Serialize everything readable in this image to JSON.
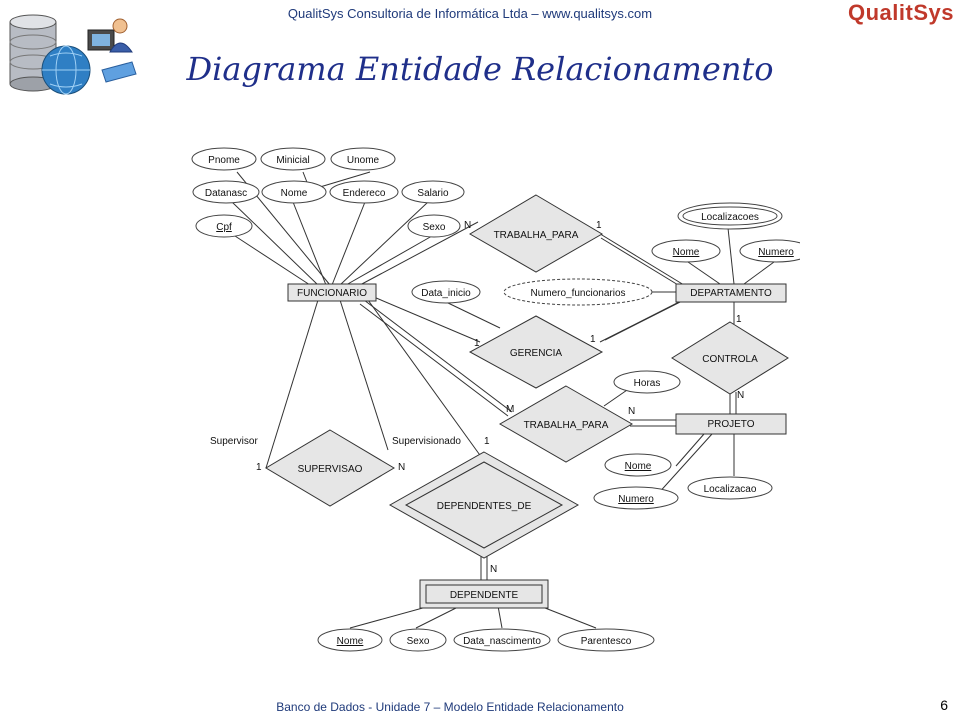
{
  "header": {
    "company_line": "QualitSys Consultoria de Informática Ltda – www.qualitsys.com",
    "brand_part1": "Qual",
    "brand_part2": "it",
    "brand_part3": "Sys"
  },
  "title": "Diagrama Entidade Relacionamento",
  "footer": {
    "text": "Banco de Dados - Unidade 7 – Modelo Entidade Relacionamento",
    "page": "6"
  },
  "diagram": {
    "entities": {
      "funcionario": "FUNCIONARIO",
      "departamento": "DEPARTAMENTO",
      "projeto": "PROJETO",
      "dependente": "DEPENDENTE"
    },
    "relationships": {
      "trabalha_para_dept": "TRABALHA_PARA",
      "gerencia": "GERENCIA",
      "controla": "CONTROLA",
      "trabalha_para_proj": "TRABALHA_PARA",
      "supervisao": "SUPERVISAO",
      "dependentes_de": "DEPENDENTES_DE"
    },
    "attributes": {
      "pnome": "Pnome",
      "minicial": "Minicial",
      "unome": "Unome",
      "datanasc": "Datanasc",
      "nome_func": "Nome",
      "endereco": "Endereco",
      "salario": "Salario",
      "cpf": "Cpf",
      "sexo_func": "Sexo",
      "localizacoes": "Localizacoes",
      "nome_dept": "Nome",
      "numero_dept": "Numero",
      "numero_funcionarios": "Numero_funcionarios",
      "data_inicio": "Data_inicio",
      "horas": "Horas",
      "nome_proj": "Nome",
      "numero_proj": "Numero",
      "localizacao": "Localizacao",
      "nome_dep": "Nome",
      "sexo_dep": "Sexo",
      "data_nascimento": "Data_nascimento",
      "parentesco": "Parentesco"
    },
    "cardinalities": {
      "tp_func": "N",
      "tp_dept": "1",
      "ger_func": "1",
      "ger_dept": "1",
      "ctl_dept": "1",
      "ctl_proj": "N",
      "tpp_func": "M",
      "tpp_proj": "N",
      "sup_supervisor": "1",
      "sup_supervisionado": "N",
      "dd_func": "1",
      "dd_dep": "N"
    },
    "roles": {
      "supervisor": "Supervisor",
      "supervisionado": "Supervisionado"
    }
  }
}
